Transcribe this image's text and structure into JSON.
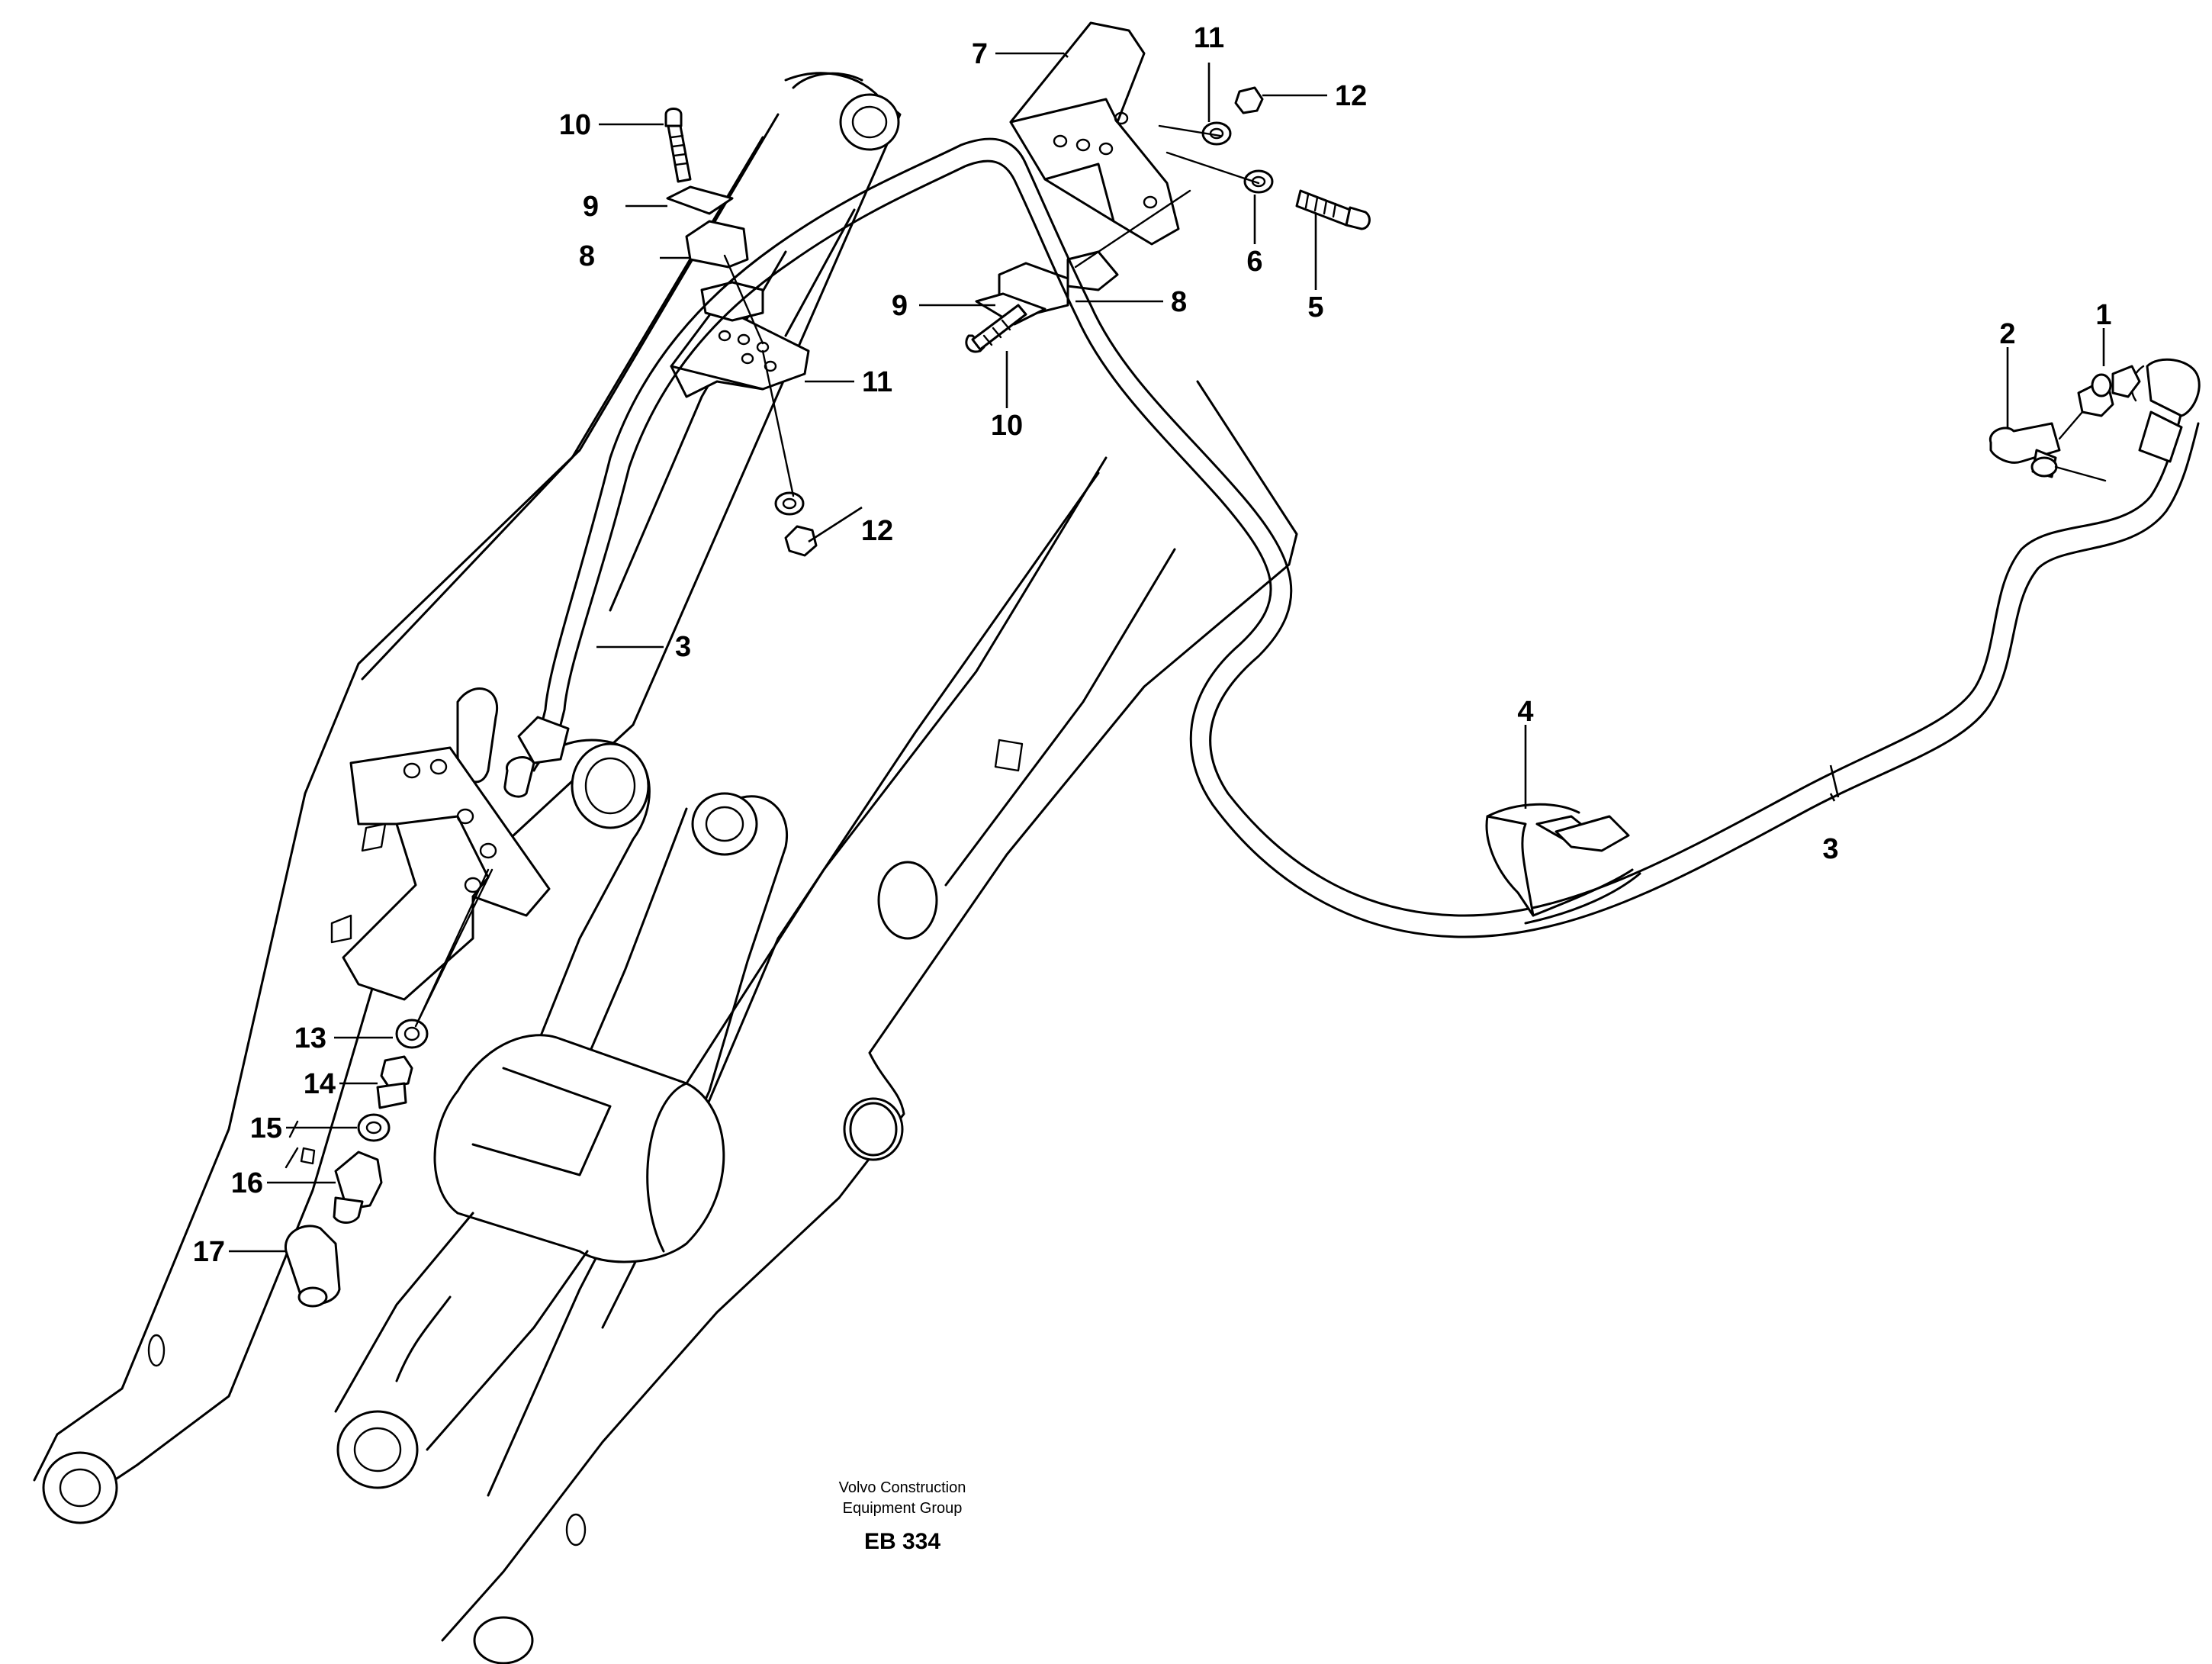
{
  "callouts": {
    "c1": "1",
    "c2": "2",
    "c3a": "3",
    "c3b": "3",
    "c4": "4",
    "c5": "5",
    "c6": "6",
    "c7": "7",
    "c8a": "8",
    "c8b": "8",
    "c9a": "9",
    "c9b": "9",
    "c10a": "10",
    "c10b": "10",
    "c11a": "11",
    "c11b": "11",
    "c12a": "12",
    "c12b": "12",
    "c13": "13",
    "c14": "14",
    "c15": "15",
    "c16": "16",
    "c17": "17"
  },
  "footer": {
    "line1": "Volvo Construction",
    "line2": "Equipment Group",
    "code": "EB 334"
  }
}
